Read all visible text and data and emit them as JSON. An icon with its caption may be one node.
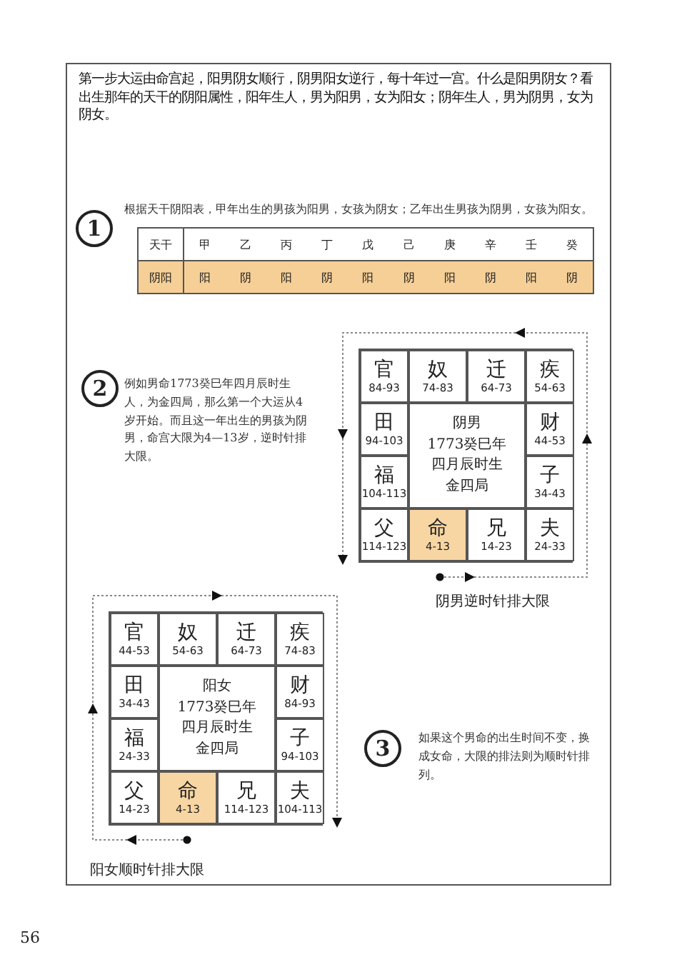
{
  "diagram": {
    "nodes": [
      {
        "text": [
          "第一步大运由命宫起，阳男阴女顺行，阴男阳女逆行，每十年过一宫。什么是阳男阴女？看出生那年的天干的阴阳属性，阳年生人，男为阳男，女为阳女；阴年生人，男为阴男，女为阴女。"
        ]
      },
      {
        "text": [
          "1"
        ],
        "in": 0,
        "beside": [
          "根据天干阴阳表，甲年出生的男孩为阳男，女孩为阴女；乙年出生男孩为阴男，女孩为阳女。"
        ]
      },
      {
        "text": [
          "2"
        ],
        "in": 0,
        "beside": [
          "例如男命1773癸巳年四月辰时生人，为金四局，那么第一个大运从4岁开始。而且这一年出生的男孩为阴男，命宫大限为4—13岁，逆时针排大限。"
        ]
      },
      {
        "text": [],
        "shape": "box",
        "in": 0,
        "beside": [
          "阴男逆时针排大限"
        ]
      },
      {
        "text": [
          "官",
          "84-93"
        ],
        "in": 3
      },
      {
        "text": [
          "奴",
          "74-83"
        ],
        "in": 3
      },
      {
        "text": [
          "迁",
          "64-73"
        ],
        "in": 3
      },
      {
        "text": [
          "疾",
          "54-63"
        ],
        "in": 3
      },
      {
        "text": [
          "田",
          "94-103"
        ],
        "in": 3
      },
      {
        "text": [
          "阴男",
          "1773癸巳年",
          "四月辰时生",
          "金四局"
        ],
        "in": 3
      },
      {
        "text": [
          "财",
          "44-53"
        ],
        "in": 3
      },
      {
        "text": [
          "福",
          "104-113"
        ],
        "in": 3
      },
      {
        "text": [
          "子",
          "34-43"
        ],
        "in": 3
      },
      {
        "text": [
          "父",
          "114-123"
        ],
        "in": 3
      },
      {
        "text": [
          "命",
          "4-13"
        ],
        "in": 3
      },
      {
        "text": [
          "兄",
          "14-23"
        ],
        "in": 3
      },
      {
        "text": [
          "夫",
          "24-33"
        ],
        "in": 3
      },
      {
        "text": [],
        "shape": "box",
        "in": 0,
        "beside": [
          "阳女顺时针排大限"
        ]
      },
      {
        "text": [
          "官",
          "44-53"
        ],
        "in": 17
      },
      {
        "text": [
          "奴",
          "54-63"
        ],
        "in": 17
      },
      {
        "text": [
          "迁",
          "64-73"
        ],
        "in": 17
      },
      {
        "text": [
          "疾",
          "74-83"
        ],
        "in": 17
      },
      {
        "text": [
          "田",
          "34-43"
        ],
        "in": 17
      },
      {
        "text": [
          "阳女",
          "1773癸巳年",
          "四月辰时生",
          "金四局"
        ],
        "in": 17
      },
      {
        "text": [
          "财",
          "84-93"
        ],
        "in": 17
      },
      {
        "text": [
          "福",
          "24-33"
        ],
        "in": 17
      },
      {
        "text": [
          "子",
          "94-103"
        ],
        "in": 17
      },
      {
        "text": [
          "父",
          "14-23"
        ],
        "in": 17
      },
      {
        "text": [
          "命",
          "4-13"
        ],
        "in": 17
      },
      {
        "text": [
          "兄",
          "114-123"
        ],
        "in": 17
      },
      {
        "text": [
          "夫",
          "104-113"
        ],
        "in": 17
      },
      {
        "text": [
          "3"
        ],
        "in": 0,
        "beside": [
          "如果这个男命的出生时间不变，换成女命，大限的排法则为顺时针排列。"
        ]
      }
    ],
    "edges": [],
    "labels": [
      "天干",
      "甲",
      "乙",
      "丙",
      "丁",
      "戊",
      "己",
      "庚",
      "辛",
      "壬",
      "癸",
      "阴阳",
      "阳",
      "阴",
      "阳",
      "阴",
      "阳",
      "阴",
      "阳",
      "阴",
      "阳",
      "阴",
      "56"
    ]
  }
}
